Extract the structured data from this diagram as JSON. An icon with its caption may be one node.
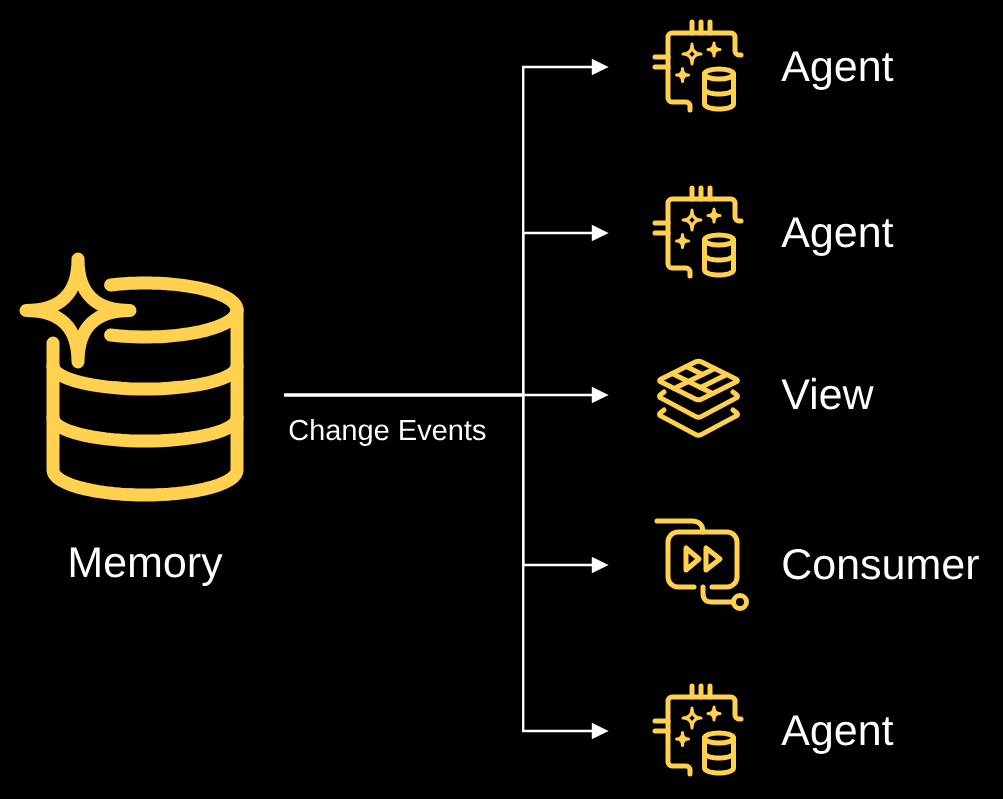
{
  "diagram": {
    "nodes": [
      {
        "text": [],
        "shape": "picture",
        "beside": [
          "Memory"
        ]
      },
      {
        "text": [],
        "shape": "picture",
        "beside": [
          "Agent"
        ]
      },
      {
        "text": [],
        "shape": "picture",
        "beside": [
          "Agent"
        ]
      },
      {
        "text": [],
        "shape": "picture",
        "beside": [
          "View"
        ]
      },
      {
        "text": [],
        "shape": "picture",
        "beside": [
          "Consumer"
        ]
      },
      {
        "text": [],
        "shape": "picture",
        "beside": [
          "Agent"
        ]
      }
    ],
    "edges": [
      {
        "from": 0,
        "to": 1,
        "arrow": "to"
      },
      {
        "from": 0,
        "to": 2,
        "arrow": "to"
      },
      {
        "from": 0,
        "to": 3,
        "arrow": "to",
        "label": "Change Events"
      },
      {
        "from": 0,
        "to": 4,
        "arrow": "to"
      },
      {
        "from": 0,
        "to": 5,
        "arrow": "to"
      }
    ]
  }
}
